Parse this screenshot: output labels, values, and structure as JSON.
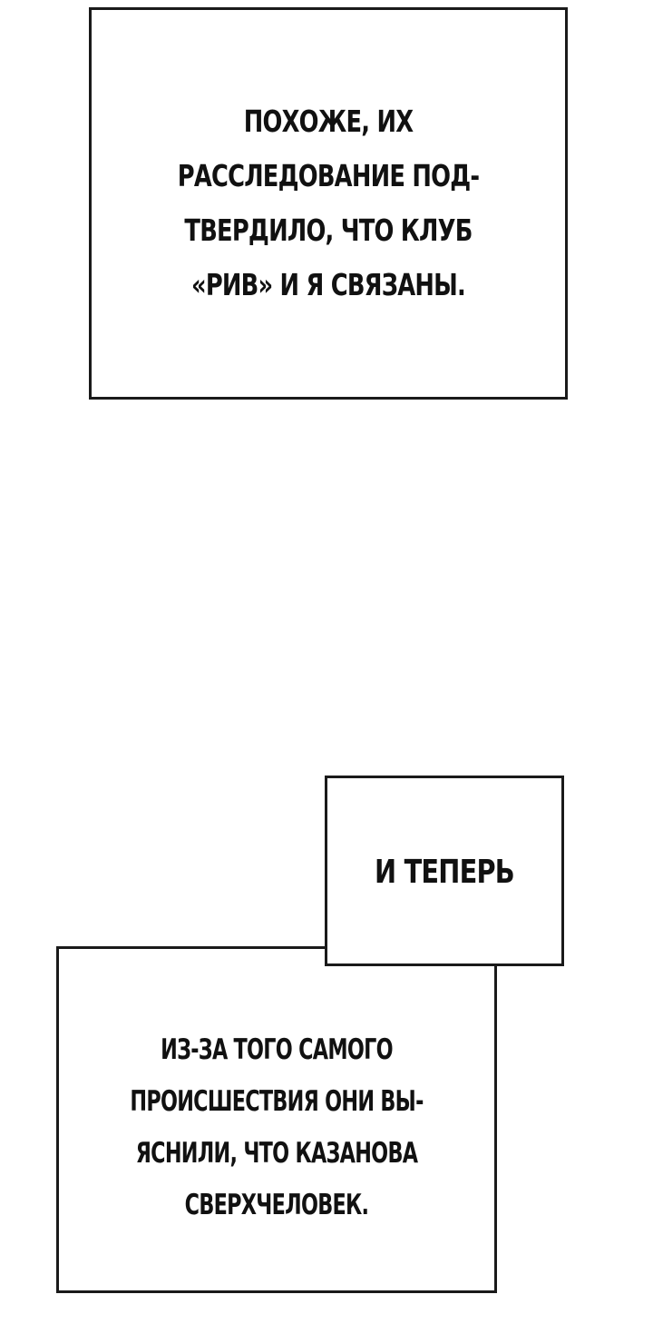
{
  "panels": [
    {
      "lines": [
        "Похоже, их",
        "расследование под-",
        "твердило, что клуб",
        "«Рив» и я связаны."
      ]
    },
    {
      "lines": [
        "И теперь"
      ]
    },
    {
      "lines": [
        "из-за того самого",
        "происшествия они вы-",
        "яснили, что Казанова",
        "сверхчеловек."
      ]
    }
  ]
}
